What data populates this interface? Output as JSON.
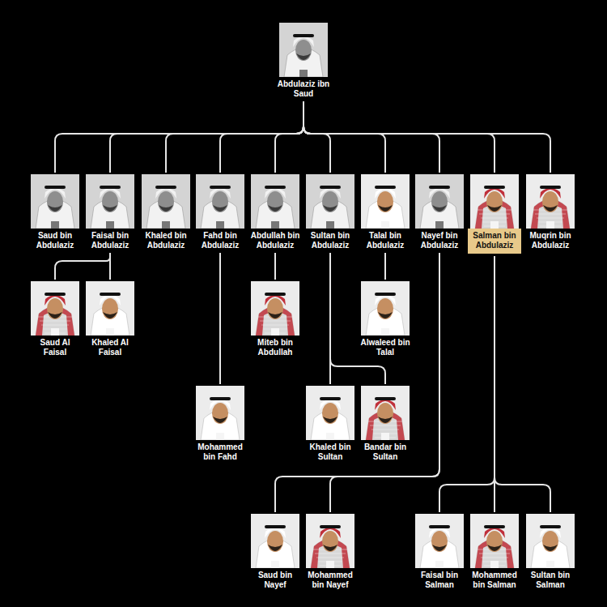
{
  "diagram": {
    "nodes": [
      {
        "text": [
          "Abdulaziz ibn Saud"
        ]
      },
      {
        "text": [
          "Saud bin Abdulaziz"
        ]
      },
      {
        "text": [
          "Faisal bin Abdulaziz"
        ]
      },
      {
        "text": [
          "Khaled bin Abdulaziz"
        ]
      },
      {
        "text": [
          "Fahd bin Abdulaziz"
        ]
      },
      {
        "text": [
          "Abdullah bin Abdulaziz"
        ]
      },
      {
        "text": [
          "Sultan bin Abdulaziz"
        ]
      },
      {
        "text": [
          "Talal bin Abdulaziz"
        ]
      },
      {
        "text": [
          "Nayef bin Abdulaziz"
        ]
      },
      {
        "text": [
          "Salman bin Abdulaziz"
        ]
      },
      {
        "text": [
          "Muqrin bin Abdulaziz"
        ]
      },
      {
        "text": [
          "Saud Al Faisal"
        ]
      },
      {
        "text": [
          "Khaled Al Faisal"
        ]
      },
      {
        "text": [
          "Miteb bin Abdullah"
        ]
      },
      {
        "text": [
          "Alwaleed bin Talal"
        ]
      },
      {
        "text": [
          "Mohammed bin Fahd"
        ]
      },
      {
        "text": [
          "Khaled bin Sultan"
        ]
      },
      {
        "text": [
          "Bandar bin Sultan"
        ]
      },
      {
        "text": [
          "Saud bin Nayef"
        ]
      },
      {
        "text": [
          "Mohammed bin Nayef"
        ]
      },
      {
        "text": [
          "Faisal bin Salman"
        ]
      },
      {
        "text": [
          "Mohammed bin Salman"
        ]
      },
      {
        "text": [
          "Sultan bin Salman"
        ]
      }
    ],
    "edges": [
      {
        "from": 0,
        "to": 1,
        "arrow": "none"
      },
      {
        "from": 0,
        "to": 2,
        "arrow": "none"
      },
      {
        "from": 0,
        "to": 3,
        "arrow": "none"
      },
      {
        "from": 0,
        "to": 4,
        "arrow": "none"
      },
      {
        "from": 0,
        "to": 5,
        "arrow": "none"
      },
      {
        "from": 0,
        "to": 6,
        "arrow": "none"
      },
      {
        "from": 0,
        "to": 7,
        "arrow": "none"
      },
      {
        "from": 0,
        "to": 8,
        "arrow": "none"
      },
      {
        "from": 0,
        "to": 9,
        "arrow": "none"
      },
      {
        "from": 0,
        "to": 10,
        "arrow": "none"
      },
      {
        "from": 2,
        "to": 11,
        "arrow": "none"
      },
      {
        "from": 2,
        "to": 12,
        "arrow": "none"
      },
      {
        "from": 5,
        "to": 13,
        "arrow": "none"
      },
      {
        "from": 7,
        "to": 14,
        "arrow": "none"
      },
      {
        "from": 4,
        "to": 15,
        "arrow": "none"
      },
      {
        "from": 6,
        "to": 16,
        "arrow": "none"
      },
      {
        "from": 6,
        "to": 17,
        "arrow": "none"
      },
      {
        "from": 8,
        "to": 18,
        "arrow": "none"
      },
      {
        "from": 8,
        "to": 19,
        "arrow": "none"
      },
      {
        "from": 9,
        "to": 20,
        "arrow": "none"
      },
      {
        "from": 9,
        "to": 21,
        "arrow": "none"
      },
      {
        "from": 9,
        "to": 22,
        "arrow": "none"
      }
    ]
  }
}
